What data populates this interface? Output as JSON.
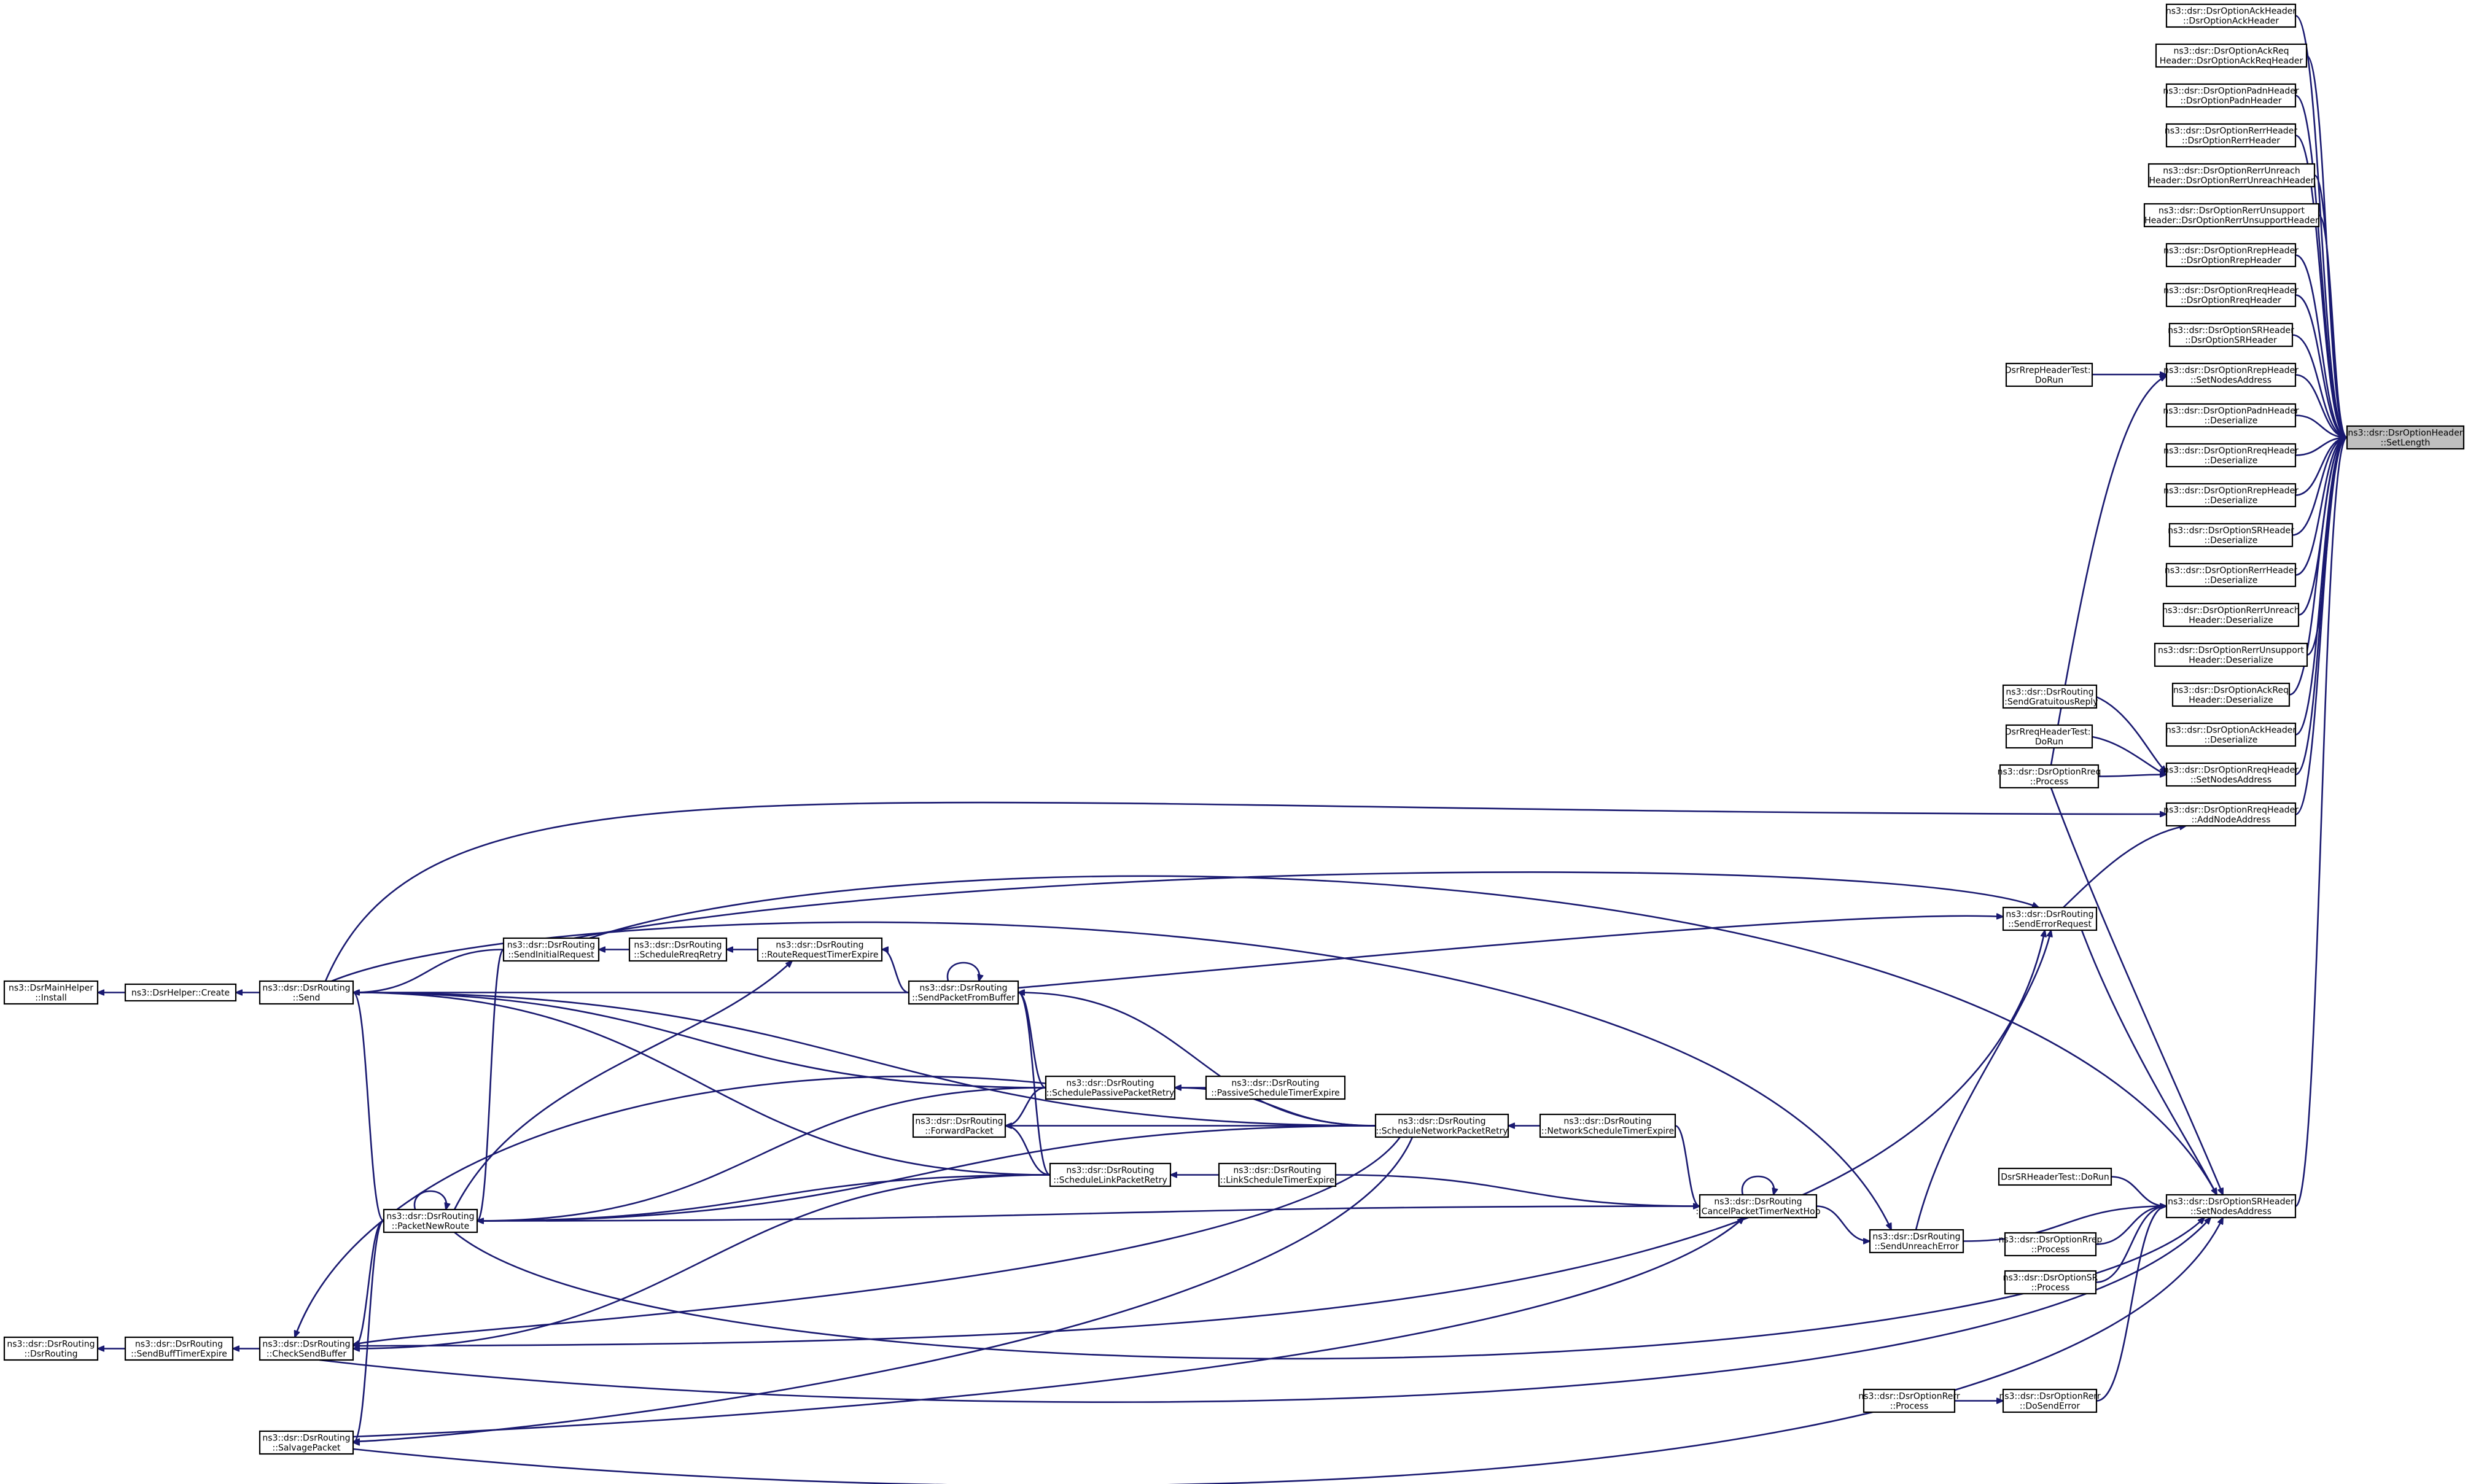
{
  "diagram": {
    "colors": {
      "edge": "#191970",
      "node_fill": "#ffffff",
      "node_border": "#000000",
      "focus_fill": "#bfbfbf"
    },
    "nodes": [
      {
        "id": "set_length",
        "lines": [
          "ns3::dsr::DsrOptionHeader",
          "::SetLength"
        ],
        "focus": true
      },
      {
        "id": "ack_ctor",
        "lines": [
          "ns3::dsr::DsrOptionAckHeader",
          "::DsrOptionAckHeader"
        ]
      },
      {
        "id": "ackreq_ctor",
        "lines": [
          "ns3::dsr::DsrOptionAckReq",
          "Header::DsrOptionAckReqHeader"
        ]
      },
      {
        "id": "padn_ctor",
        "lines": [
          "ns3::dsr::DsrOptionPadnHeader",
          "::DsrOptionPadnHeader"
        ]
      },
      {
        "id": "rerr_ctor",
        "lines": [
          "ns3::dsr::DsrOptionRerrHeader",
          "::DsrOptionRerrHeader"
        ]
      },
      {
        "id": "rerrunreach_ctor",
        "lines": [
          "ns3::dsr::DsrOptionRerrUnreach",
          "Header::DsrOptionRerrUnreachHeader"
        ]
      },
      {
        "id": "rerrunsupp_ctor",
        "lines": [
          "ns3::dsr::DsrOptionRerrUnsupport",
          "Header::DsrOptionRerrUnsupportHeader"
        ]
      },
      {
        "id": "rrep_ctor",
        "lines": [
          "ns3::dsr::DsrOptionRrepHeader",
          "::DsrOptionRrepHeader"
        ]
      },
      {
        "id": "rreq_ctor",
        "lines": [
          "ns3::dsr::DsrOptionRreqHeader",
          "::DsrOptionRreqHeader"
        ]
      },
      {
        "id": "sr_ctor",
        "lines": [
          "ns3::dsr::DsrOptionSRHeader",
          "::DsrOptionSRHeader"
        ]
      },
      {
        "id": "rrep_setnodes",
        "lines": [
          "ns3::dsr::DsrOptionRrepHeader",
          "::SetNodesAddress"
        ]
      },
      {
        "id": "padn_deser",
        "lines": [
          "ns3::dsr::DsrOptionPadnHeader",
          "::Deserialize"
        ]
      },
      {
        "id": "rreq_deser",
        "lines": [
          "ns3::dsr::DsrOptionRreqHeader",
          "::Deserialize"
        ]
      },
      {
        "id": "rrep_deser",
        "lines": [
          "ns3::dsr::DsrOptionRrepHeader",
          "::Deserialize"
        ]
      },
      {
        "id": "sr_deser",
        "lines": [
          "ns3::dsr::DsrOptionSRHeader",
          "::Deserialize"
        ]
      },
      {
        "id": "rerr_deser",
        "lines": [
          "ns3::dsr::DsrOptionRerrHeader",
          "::Deserialize"
        ]
      },
      {
        "id": "rerrunreach_deser",
        "lines": [
          "ns3::dsr::DsrOptionRerrUnreach",
          "Header::Deserialize"
        ]
      },
      {
        "id": "rerrunsupp_deser",
        "lines": [
          "ns3::dsr::DsrOptionRerrUnsupport",
          "Header::Deserialize"
        ]
      },
      {
        "id": "ackreq_deser",
        "lines": [
          "ns3::dsr::DsrOptionAckReq",
          "Header::Deserialize"
        ]
      },
      {
        "id": "ack_deser",
        "lines": [
          "ns3::dsr::DsrOptionAckHeader",
          "::Deserialize"
        ]
      },
      {
        "id": "rreq_setnodes",
        "lines": [
          "ns3::dsr::DsrOptionRreqHeader",
          "::SetNodesAddress"
        ]
      },
      {
        "id": "rreq_addnode",
        "lines": [
          "ns3::dsr::DsrOptionRreqHeader",
          "::AddNodeAddress"
        ]
      },
      {
        "id": "sr_setnodes",
        "lines": [
          "ns3::dsr::DsrOptionSRHeader",
          "::SetNodesAddress"
        ]
      },
      {
        "id": "rrep_test",
        "lines": [
          "DsrRrepHeaderTest::",
          "DoRun"
        ]
      },
      {
        "id": "send_grat",
        "lines": [
          "ns3::dsr::DsrRouting",
          "::SendGratuitousReply"
        ]
      },
      {
        "id": "rreq_test",
        "lines": [
          "DsrRreqHeaderTest::",
          "DoRun"
        ]
      },
      {
        "id": "rreq_process",
        "lines": [
          "ns3::dsr::DsrOptionRreq",
          "::Process"
        ]
      },
      {
        "id": "send_error_req",
        "lines": [
          "ns3::dsr::DsrRouting",
          "::SendErrorRequest"
        ]
      },
      {
        "id": "sr_test",
        "lines": [
          "DsrSRHeaderTest::DoRun"
        ]
      },
      {
        "id": "rrep_process",
        "lines": [
          "ns3::dsr::DsrOptionRrep",
          "::Process"
        ]
      },
      {
        "id": "sr_process",
        "lines": [
          "ns3::dsr::DsrOptionSR",
          "::Process"
        ]
      },
      {
        "id": "rerr_process",
        "lines": [
          "ns3::dsr::DsrOptionRerr",
          "::Process"
        ]
      },
      {
        "id": "rerr_dosend",
        "lines": [
          "ns3::dsr::DsrOptionRerr",
          "::DoSendError"
        ]
      },
      {
        "id": "send_unreach",
        "lines": [
          "ns3::dsr::DsrRouting",
          "::SendUnreachError"
        ]
      },
      {
        "id": "cancel_timer",
        "lines": [
          "ns3::dsr::DsrRouting",
          "::CancelPacketTimerNextHop"
        ]
      },
      {
        "id": "net_timer",
        "lines": [
          "ns3::dsr::DsrRouting",
          "::NetworkScheduleTimerExpire"
        ]
      },
      {
        "id": "sched_net",
        "lines": [
          "ns3::dsr::DsrRouting",
          "::ScheduleNetworkPacketRetry"
        ]
      },
      {
        "id": "passive_timer",
        "lines": [
          "ns3::dsr::DsrRouting",
          "::PassiveScheduleTimerExpire"
        ]
      },
      {
        "id": "link_timer",
        "lines": [
          "ns3::dsr::DsrRouting",
          "::LinkScheduleTimerExpire"
        ]
      },
      {
        "id": "sched_passive",
        "lines": [
          "ns3::dsr::DsrRouting",
          "::SchedulePassivePacketRetry"
        ]
      },
      {
        "id": "sched_link",
        "lines": [
          "ns3::dsr::DsrRouting",
          "::ScheduleLinkPacketRetry"
        ]
      },
      {
        "id": "forward",
        "lines": [
          "ns3::dsr::DsrRouting",
          "::ForwardPacket"
        ]
      },
      {
        "id": "send_buf",
        "lines": [
          "ns3::dsr::DsrRouting",
          "::SendPacketFromBuffer"
        ]
      },
      {
        "id": "rreq_timer",
        "lines": [
          "ns3::dsr::DsrRouting",
          "::RouteRequestTimerExpire"
        ]
      },
      {
        "id": "sched_rreq",
        "lines": [
          "ns3::dsr::DsrRouting",
          "::ScheduleRreqRetry"
        ]
      },
      {
        "id": "send_initial",
        "lines": [
          "ns3::dsr::DsrRouting",
          "::SendInitialRequest"
        ]
      },
      {
        "id": "send",
        "lines": [
          "ns3::dsr::DsrRouting",
          "::Send"
        ]
      },
      {
        "id": "helper_create",
        "lines": [
          "ns3::DsrHelper::Create"
        ]
      },
      {
        "id": "main_install",
        "lines": [
          "ns3::DsrMainHelper",
          "::Install"
        ]
      },
      {
        "id": "new_route",
        "lines": [
          "ns3::dsr::DsrRouting",
          "::PacketNewRoute"
        ]
      },
      {
        "id": "check_buf",
        "lines": [
          "ns3::dsr::DsrRouting",
          "::CheckSendBuffer"
        ]
      },
      {
        "id": "buff_timer",
        "lines": [
          "ns3::dsr::DsrRouting",
          "::SendBuffTimerExpire"
        ]
      },
      {
        "id": "dsr_ctor",
        "lines": [
          "ns3::dsr::DsrRouting",
          "::DsrRouting"
        ]
      },
      {
        "id": "salvage",
        "lines": [
          "ns3::dsr::DsrRouting",
          "::SalvagePacket"
        ]
      }
    ],
    "edges": [
      [
        "ack_ctor",
        "set_length"
      ],
      [
        "ackreq_ctor",
        "set_length"
      ],
      [
        "padn_ctor",
        "set_length"
      ],
      [
        "rerr_ctor",
        "set_length"
      ],
      [
        "rerrunreach_ctor",
        "set_length"
      ],
      [
        "rerrunsupp_ctor",
        "set_length"
      ],
      [
        "rrep_ctor",
        "set_length"
      ],
      [
        "rreq_ctor",
        "set_length"
      ],
      [
        "sr_ctor",
        "set_length"
      ],
      [
        "rrep_setnodes",
        "set_length"
      ],
      [
        "padn_deser",
        "set_length"
      ],
      [
        "rreq_deser",
        "set_length"
      ],
      [
        "rrep_deser",
        "set_length"
      ],
      [
        "sr_deser",
        "set_length"
      ],
      [
        "rerr_deser",
        "set_length"
      ],
      [
        "rerrunreach_deser",
        "set_length"
      ],
      [
        "rerrunsupp_deser",
        "set_length"
      ],
      [
        "ackreq_deser",
        "set_length"
      ],
      [
        "ack_deser",
        "set_length"
      ],
      [
        "rreq_setnodes",
        "set_length"
      ],
      [
        "rreq_addnode",
        "set_length"
      ],
      [
        "sr_setnodes",
        "set_length"
      ],
      [
        "rrep_test",
        "rrep_setnodes"
      ],
      [
        "rreq_process",
        "rrep_setnodes"
      ],
      [
        "send_grat",
        "rreq_setnodes"
      ],
      [
        "rreq_test",
        "rreq_setnodes"
      ],
      [
        "rreq_process",
        "rreq_setnodes"
      ],
      [
        "send_error_req",
        "rreq_addnode"
      ],
      [
        "send",
        "rreq_addnode"
      ],
      [
        "sr_test",
        "sr_setnodes"
      ],
      [
        "rrep_process",
        "sr_setnodes"
      ],
      [
        "sr_process",
        "sr_setnodes"
      ],
      [
        "rerr_dosend",
        "sr_setnodes"
      ],
      [
        "send_error_req",
        "sr_setnodes"
      ],
      [
        "rreq_process",
        "sr_setnodes"
      ],
      [
        "send_unreach",
        "sr_setnodes"
      ],
      [
        "salvage",
        "sr_setnodes"
      ],
      [
        "check_buf",
        "sr_setnodes"
      ],
      [
        "new_route",
        "sr_setnodes"
      ],
      [
        "send_initial",
        "sr_setnodes"
      ],
      [
        "rerr_process",
        "rerr_dosend"
      ],
      [
        "send_unreach",
        "send_error_req"
      ],
      [
        "check_buf",
        "send_error_req"
      ],
      [
        "send_initial",
        "send_error_req"
      ],
      [
        "send_buf",
        "send_error_req"
      ],
      [
        "cancel_timer",
        "send_unreach"
      ],
      [
        "send",
        "send_unreach"
      ],
      [
        "cancel_timer",
        "cancel_timer"
      ],
      [
        "net_timer",
        "cancel_timer"
      ],
      [
        "link_timer",
        "cancel_timer"
      ],
      [
        "new_route",
        "cancel_timer"
      ],
      [
        "salvage",
        "cancel_timer"
      ],
      [
        "net_timer",
        "sched_net"
      ],
      [
        "sched_net",
        "sched_passive"
      ],
      [
        "sched_net",
        "forward"
      ],
      [
        "sched_net",
        "new_route"
      ],
      [
        "sched_net",
        "send"
      ],
      [
        "sched_net",
        "check_buf"
      ],
      [
        "sched_net",
        "send_buf"
      ],
      [
        "sched_net",
        "salvage"
      ],
      [
        "passive_timer",
        "sched_passive"
      ],
      [
        "sched_passive",
        "forward"
      ],
      [
        "sched_passive",
        "new_route"
      ],
      [
        "sched_passive",
        "send"
      ],
      [
        "sched_passive",
        "check_buf"
      ],
      [
        "sched_passive",
        "send_buf"
      ],
      [
        "link_timer",
        "sched_link"
      ],
      [
        "sched_link",
        "forward"
      ],
      [
        "sched_link",
        "new_route"
      ],
      [
        "sched_link",
        "send"
      ],
      [
        "sched_link",
        "check_buf"
      ],
      [
        "sched_link",
        "send_buf"
      ],
      [
        "send_buf",
        "send_buf"
      ],
      [
        "send_buf",
        "send"
      ],
      [
        "send_buf",
        "rreq_timer"
      ],
      [
        "rreq_timer",
        "sched_rreq"
      ],
      [
        "sched_rreq",
        "send_initial"
      ],
      [
        "send_initial",
        "send"
      ],
      [
        "send_initial",
        "new_route"
      ],
      [
        "send",
        "helper_create"
      ],
      [
        "helper_create",
        "main_install"
      ],
      [
        "new_route",
        "new_route"
      ],
      [
        "new_route",
        "send"
      ],
      [
        "new_route",
        "check_buf"
      ],
      [
        "new_route",
        "salvage"
      ],
      [
        "new_route",
        "rreq_timer"
      ],
      [
        "check_buf",
        "buff_timer"
      ],
      [
        "buff_timer",
        "dsr_ctor"
      ]
    ]
  }
}
